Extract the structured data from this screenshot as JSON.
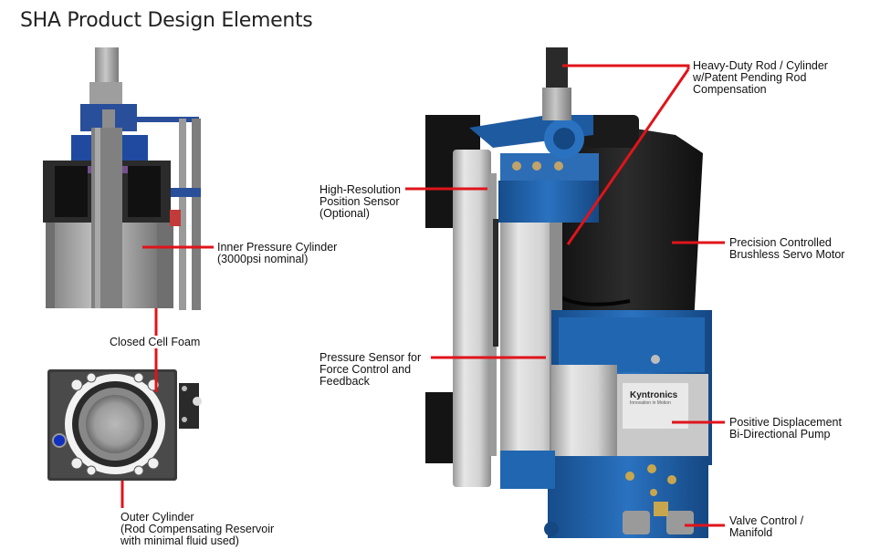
{
  "title": "SHA Product Design Elements",
  "labels": {
    "inner_cylinder": [
      "Inner Pressure Cylinder",
      "(3000psi nominal)"
    ],
    "closed_cell_foam": [
      "Closed Cell Foam"
    ],
    "outer_cylinder": [
      "Outer Cylinder",
      "(Rod Compensating Reservoir",
      "with minimal fluid used)"
    ],
    "rod": [
      "Heavy-Duty Rod / Cylinder",
      "w/Patent Pending Rod",
      "Compensation"
    ],
    "position_sensor": [
      "High-Resolution",
      "Position Sensor",
      "(Optional)"
    ],
    "servo_motor": [
      "Precision Controlled",
      "Brushless Servo Motor"
    ],
    "pressure_sensor": [
      "Pressure Sensor for",
      "Force Control and",
      "Feedback"
    ],
    "pump": [
      "Positive Displacement",
      "Bi-Directional Pump"
    ],
    "valve": [
      "Valve Control /",
      "Manifold"
    ]
  },
  "brand_plate": [
    "Kyntronics",
    "Innovation in Motion"
  ],
  "colors": {
    "leader": "#e0141b",
    "anodized_blue": "#1d5fa8",
    "dark": "#1c1c1c",
    "aluminum": "#c9c9c9"
  }
}
